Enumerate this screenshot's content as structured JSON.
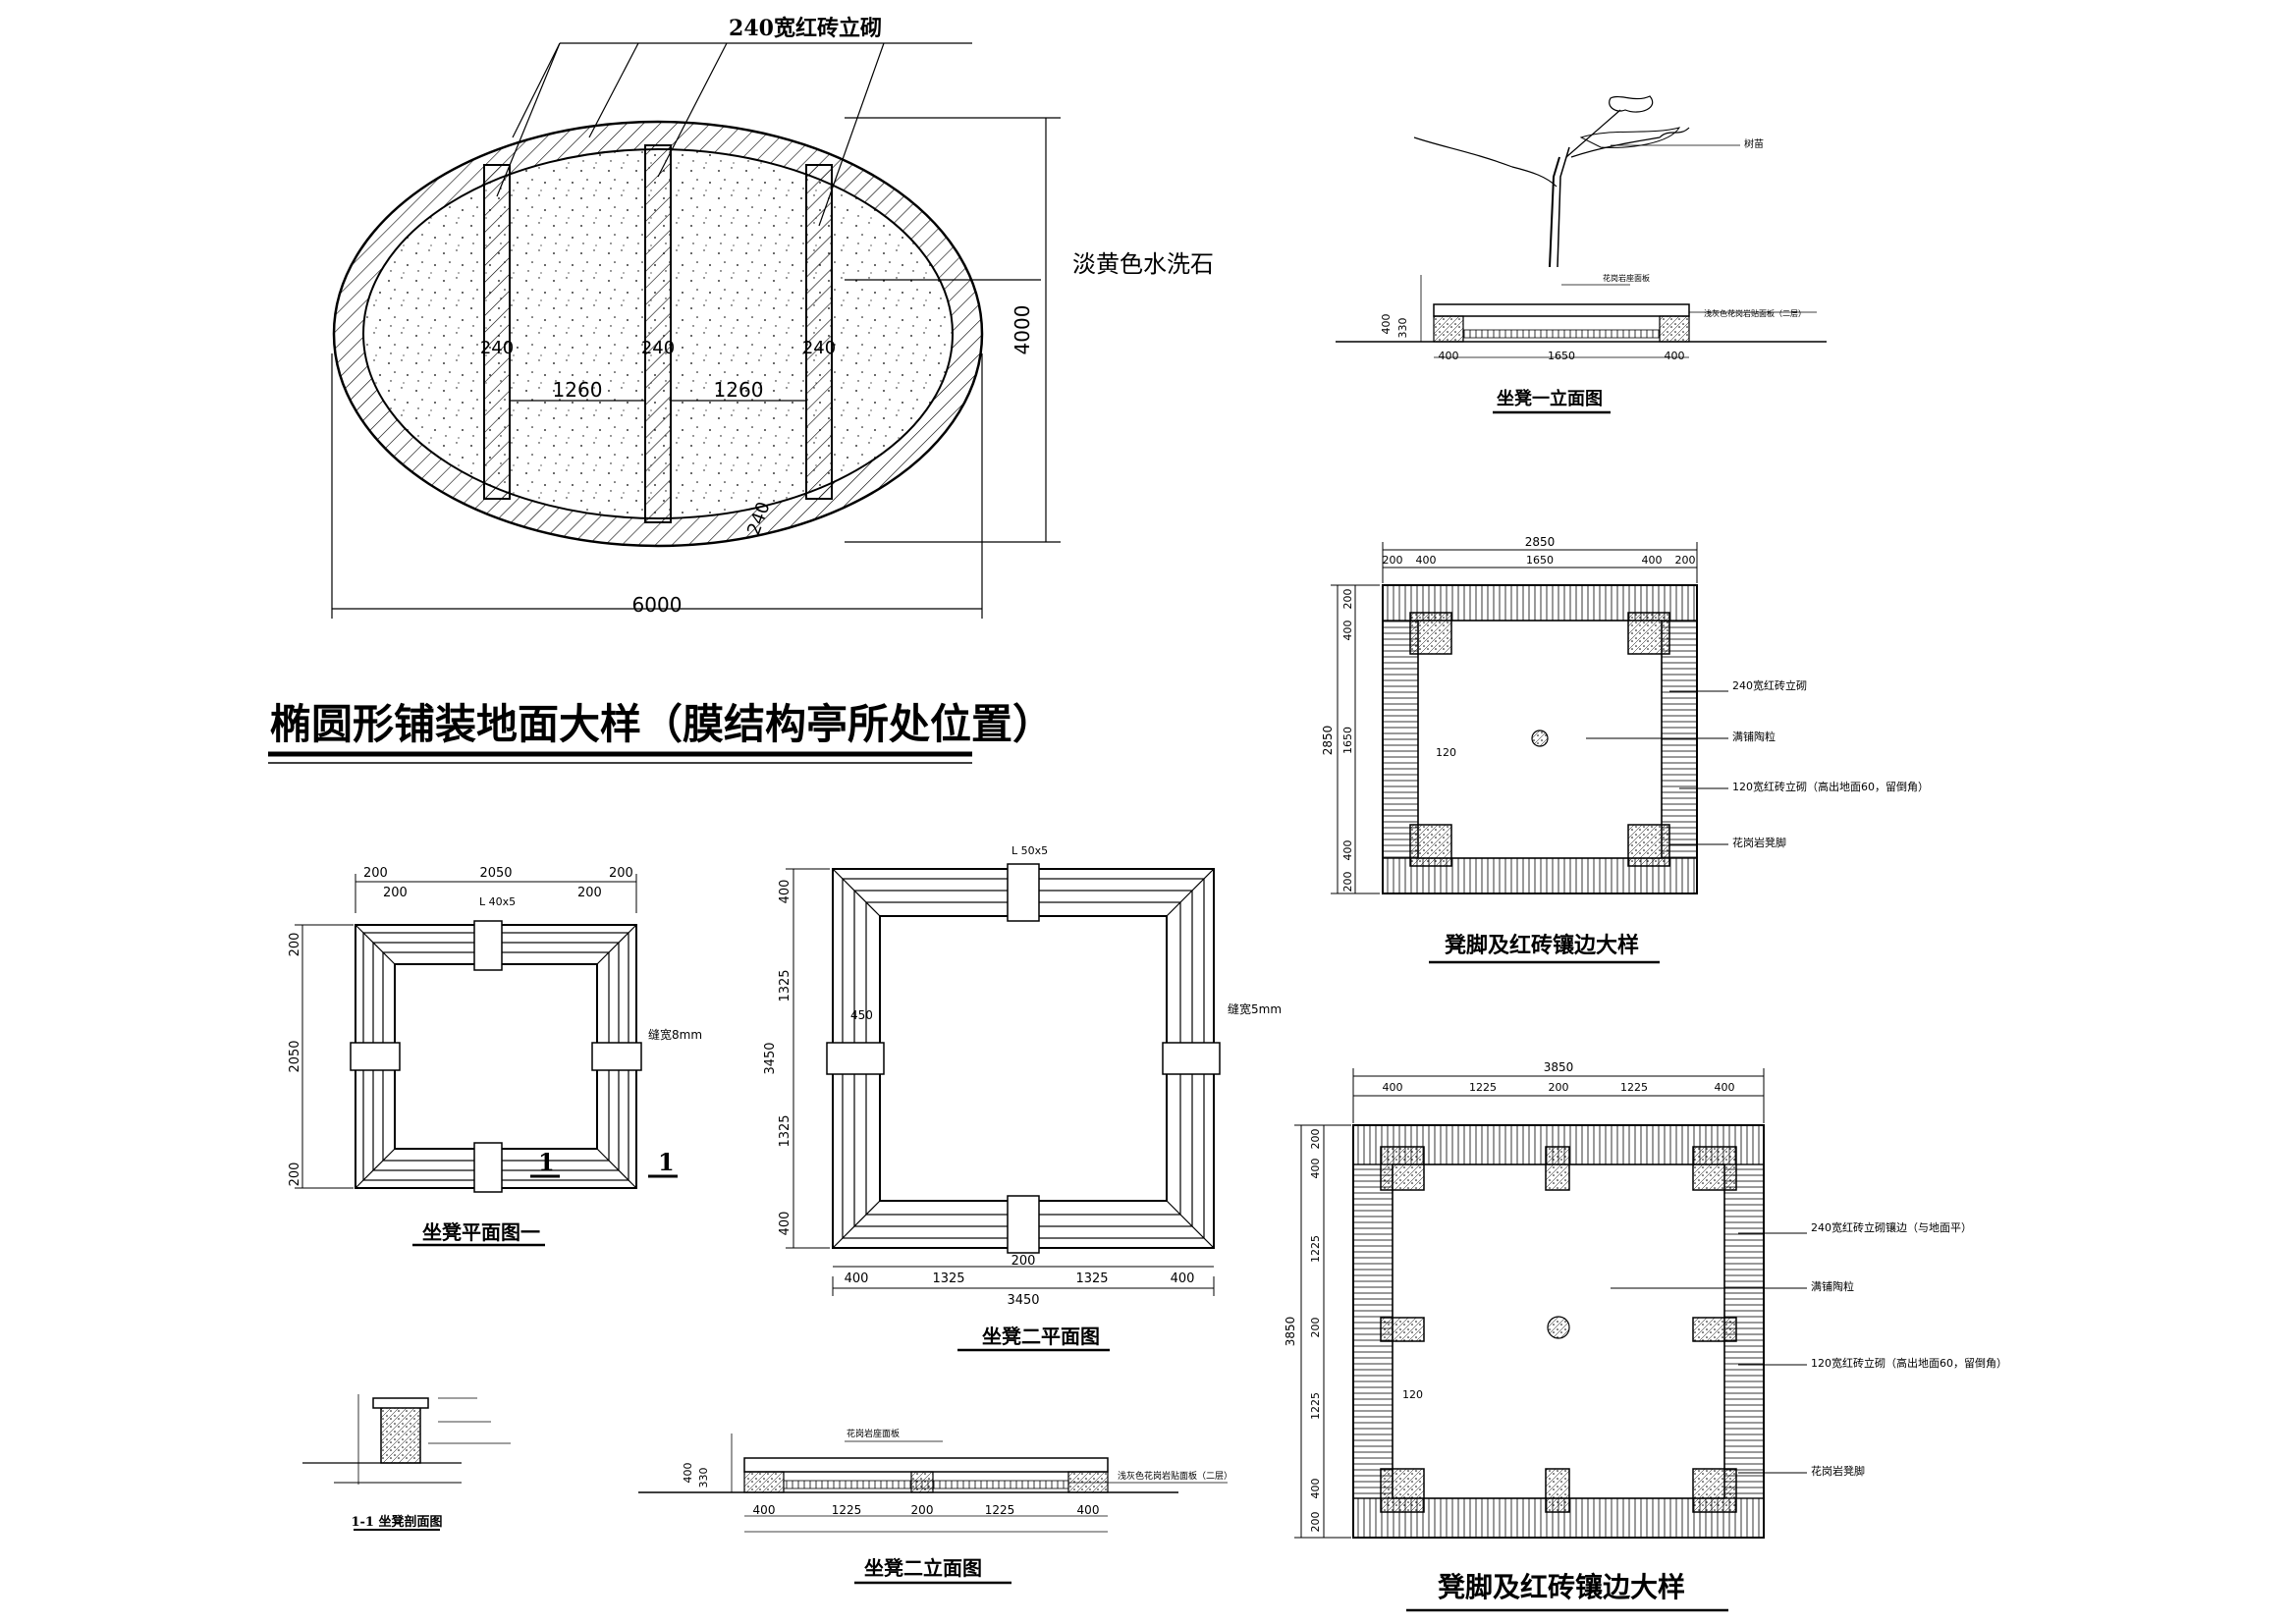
{
  "ellipse_plan": {
    "title": "椭圆形铺装地面大样（膜结构亭所处位置）",
    "label_brick": "240宽红砖立砌",
    "label_stone": "淡黄色水洗石",
    "dim_width": "6000",
    "dim_height": "4000",
    "dim_gap": "1260",
    "dim_strip": "240"
  },
  "bench1_plan": {
    "title": "坐凳平面图一",
    "dim_total": "2050",
    "dim_side": "200",
    "dim_height": "2050",
    "label_angle": "L 40x5",
    "label_gap": "缝宽8mm",
    "section_mark": "1"
  },
  "bench2_plan": {
    "title": "坐凳二平面图",
    "dim_total": "3450",
    "dim_end": "400",
    "dim_mid": "1325",
    "dim_center": "200",
    "dim_left_mid": "1325",
    "dim_small": "450",
    "label_angle": "L 50x5",
    "label_gap": "缝宽5mm"
  },
  "bench1_elev": {
    "title": "坐凳一立面图",
    "label_tree": "树苗",
    "label_top": "花岗岩座面板",
    "label_side": "浅灰色花岗岩贴面板（二层）",
    "dim_end": "400",
    "dim_mid": "1650",
    "dim_h1": "400",
    "dim_h2": "330"
  },
  "bench2_elev": {
    "title": "坐凳二立面图",
    "label_top": "花岗岩座面板",
    "label_side": "浅灰色花岗岩贴面板（二层）",
    "dim_end": "400",
    "dim_mid": "1225",
    "dim_center": "200",
    "dim_h1": "400",
    "dim_h2": "330"
  },
  "section_1_1": {
    "title": "1-1 坐凳剖面图"
  },
  "border_detail_1": {
    "title": "凳脚及红砖镶边大样",
    "dim_total": "2850",
    "dim_mid": "1650",
    "dim_200": "200",
    "dim_400": "400",
    "dim_120": "120",
    "label_brick240": "240宽红砖立砌",
    "label_pebble": "满铺陶粒",
    "label_brick120": "120宽红砖立砌（高出地面60，留倒角）",
    "label_granite": "花岗岩凳脚"
  },
  "border_detail_2": {
    "title": "凳脚及红砖镶边大样",
    "dim_total": "3850",
    "dim_400": "400",
    "dim_1225": "1225",
    "dim_200": "200",
    "dim_120": "120",
    "label_brick240": "240宽红砖立砌镶边（与地面平）",
    "label_pebble": "满铺陶粒",
    "label_brick120": "120宽红砖立砌（高出地面60，留倒角）",
    "label_granite": "花岗岩凳脚"
  },
  "colors": {
    "line": "#000000",
    "background": "#ffffff"
  }
}
